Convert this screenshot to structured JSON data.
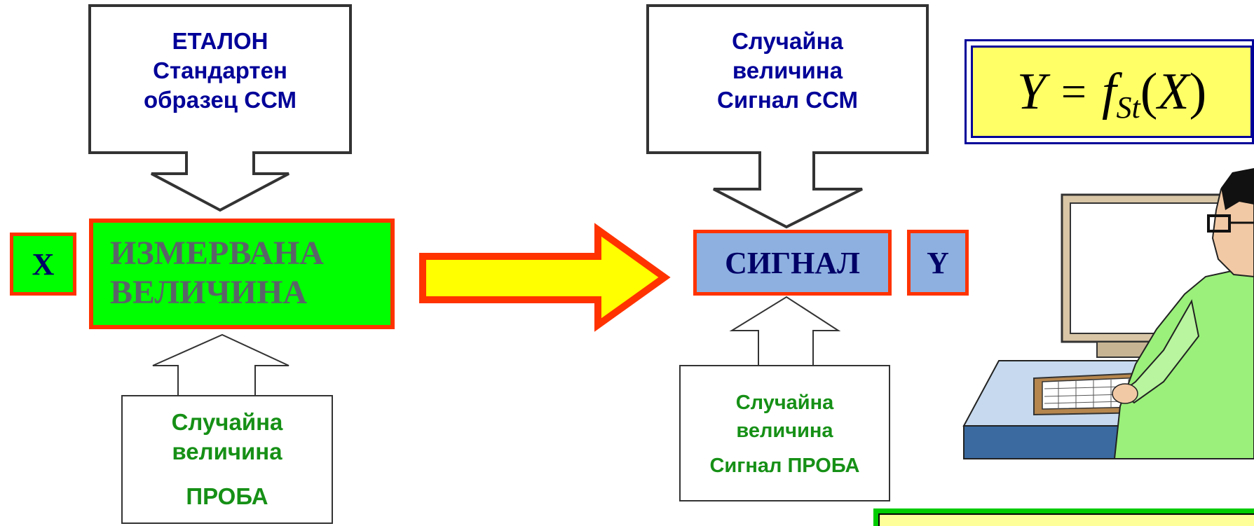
{
  "etalon_callout": {
    "line1": "ЕТАЛОН",
    "line2": "Стандартен",
    "line3": "образец ССМ"
  },
  "x_box": {
    "label": "X"
  },
  "measured_box": {
    "line1": "ИЗМЕРВАНА",
    "line2": "ВЕЛИЧИНА"
  },
  "probe_callout_left": {
    "line1": "Случайна",
    "line2": "величина",
    "line3": "ПРОБА"
  },
  "ssm_signal_callout": {
    "line1": "Случайна",
    "line2": "величина",
    "line3": "Сигнал ССМ"
  },
  "signal_box": {
    "label": "СИГНАЛ"
  },
  "y_box": {
    "label": "Y"
  },
  "probe_signal_callout": {
    "line1": "Случайна",
    "line2": "величина",
    "line3": "Сигнал ПРОБА"
  },
  "formula": {
    "lhs": "Y",
    "equals": "=",
    "func": "f",
    "subscript": "St",
    "open": "(",
    "arg": "X",
    "close": ")"
  },
  "colors": {
    "navy_text": "#000099",
    "green_text": "#169016",
    "box_fill_green": "#00ff00",
    "box_border_red": "#ff3300",
    "signal_fill": "#8db0e0",
    "arrow_fill_yellow": "#ffff00",
    "formula_fill": "#ffff66",
    "formula_border": "#000099"
  }
}
